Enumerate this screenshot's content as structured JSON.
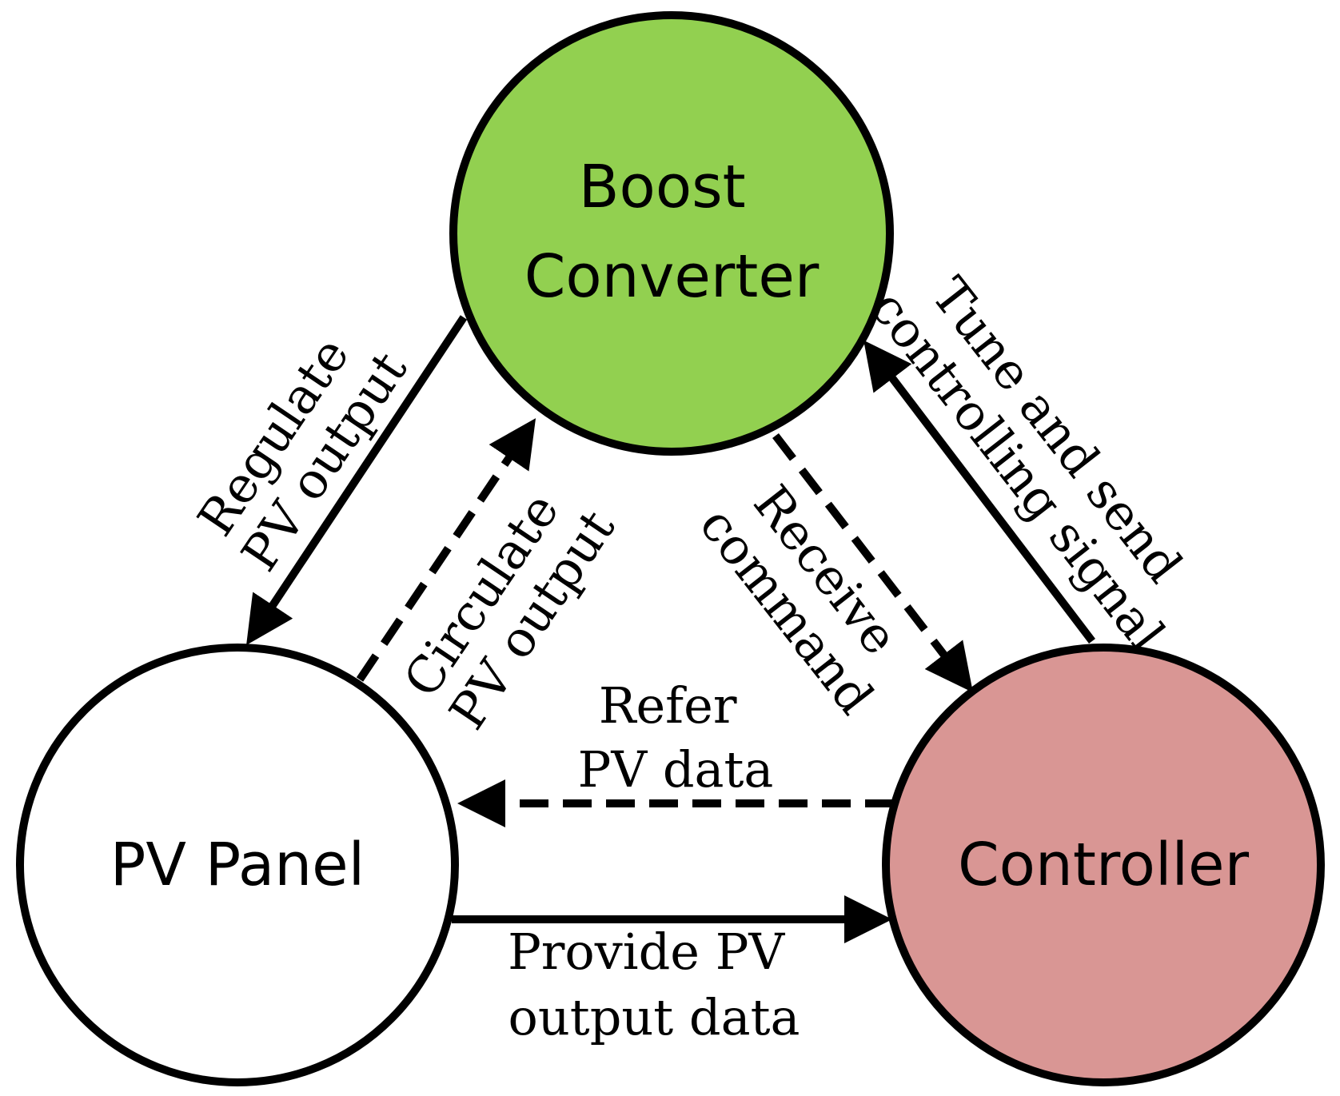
{
  "nodes": {
    "boost_converter": {
      "lines": [
        "Boost",
        "Converter"
      ],
      "fill": "#92d050"
    },
    "pv_panel": {
      "lines": [
        "PV Panel"
      ],
      "fill": "#ffffff"
    },
    "controller": {
      "lines": [
        "Controller"
      ],
      "fill": "#d99694"
    }
  },
  "edges": {
    "regulate": {
      "lines": [
        "Regulate",
        "PV output"
      ],
      "style": "solid"
    },
    "circulate": {
      "lines": [
        "Circulate",
        "PV output"
      ],
      "style": "dashed"
    },
    "receive": {
      "lines": [
        "Receive",
        "command"
      ],
      "style": "dashed"
    },
    "tune": {
      "lines": [
        "Tune and send",
        "controlling signal"
      ],
      "style": "solid"
    },
    "refer": {
      "lines": [
        "Refer",
        "PV data"
      ],
      "style": "dashed"
    },
    "provide": {
      "lines": [
        "Provide PV",
        "output data"
      ],
      "style": "solid"
    }
  }
}
